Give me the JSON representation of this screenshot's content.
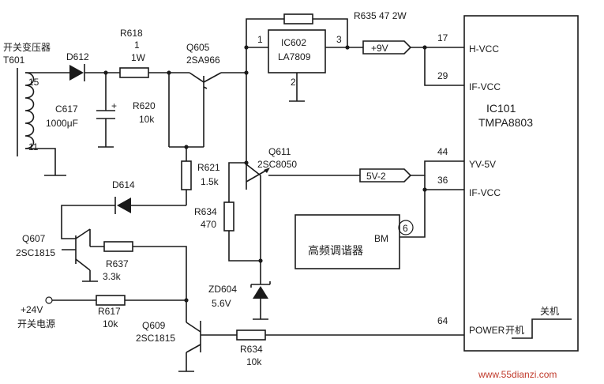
{
  "labels": {
    "transformer_title": "开关变压器",
    "transformer_ref": "T601",
    "pin15": "15",
    "pin11": "11",
    "d612": "D612",
    "r618_ref": "R618",
    "r618_val1": "1",
    "r618_val2": "1W",
    "c617_ref": "C617",
    "c617_val": "1000μF",
    "r620_ref": "R620",
    "r620_val": "10k",
    "q605_ref": "Q605",
    "q605_val": "2SA966",
    "r635": "R635  47  2W",
    "ic602_ref": "IC602",
    "ic602_val": "LA7809",
    "ic602_pin1": "1",
    "ic602_pin2": "2",
    "ic602_pin3": "3",
    "plus9v": "+9V",
    "pin17": "17",
    "hvcc": "H-VCC",
    "pin29": "29",
    "ifvcc1": "IF-VCC",
    "ic101_ref": "IC101",
    "ic101_val": "TMPA8803",
    "d614": "D614",
    "r621_ref": "R621",
    "r621_val": "1.5k",
    "q611_ref": "Q611",
    "q611_val": "2SC8050",
    "fivev2": "5V-2",
    "pin44": "44",
    "yv5v": "YV-5V",
    "pin36": "36",
    "ifvcc2": "IF-VCC",
    "r634a_ref": "R634",
    "r634a_val": "470",
    "tuner": "高频调谐器",
    "bm": "BM",
    "circ6": "6",
    "q607_ref": "Q607",
    "q607_val": "2SC1815",
    "r637_ref": "R637",
    "r637_val": "3.3k",
    "zd604_ref": "ZD604",
    "zd604_val": "5.6V",
    "plus24": "+24V",
    "power_supply": "开关电源",
    "r617_ref": "R617",
    "r617_val": "10k",
    "q609_ref": "Q609",
    "q609_val": "2SC1815",
    "r634b_ref": "R634",
    "r634b_val": "10k",
    "pin64": "64",
    "power": "POWER",
    "kaiji": "开机",
    "guanji": "关机",
    "watermark": "www.55dianzi.com"
  },
  "colors": {
    "ink": "#1a1a1a",
    "watermark": "#c03a2b"
  }
}
